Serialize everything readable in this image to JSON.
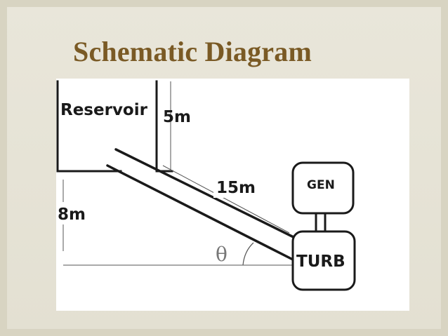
{
  "title": "Schematic Diagram",
  "diagram": {
    "labels": {
      "reservoir": "Reservoir",
      "height_top": "5m",
      "pipe_length": "15m",
      "height_base": "8m",
      "angle": "θ",
      "generator": "GEN",
      "turbine": "TURB"
    }
  },
  "colors": {
    "title": "#7a5a25",
    "background": "#e6e3d6",
    "diagram_bg": "#ffffff",
    "ink": "#1a1a1a"
  }
}
